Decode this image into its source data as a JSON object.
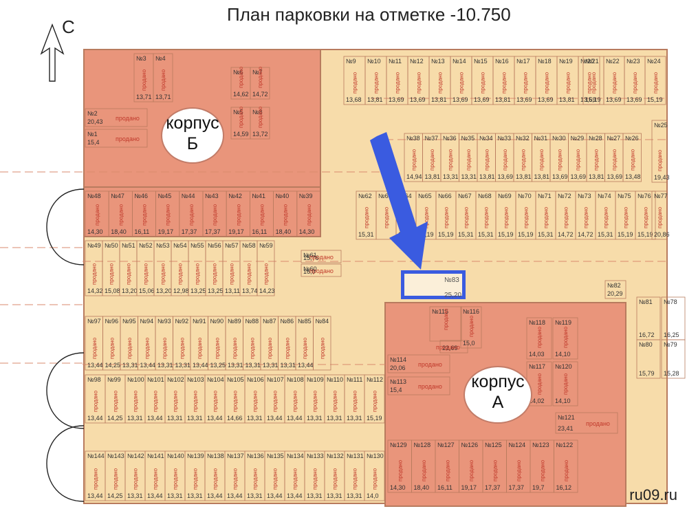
{
  "title": "План парковки на отметке -10.750",
  "north": "С",
  "watermark": "ru09.ru",
  "sold": "продано",
  "korpus_b": {
    "line1": "корпус",
    "line2": "Б"
  },
  "korpus_a": {
    "line1": "корпус",
    "line2": "А"
  },
  "highlight": {
    "num": "№83",
    "area": "25,20"
  },
  "colors": {
    "floor": "#f7dcaa",
    "unit": "#f5d6a0",
    "block": "#e9957b",
    "wall": "#b87b5e",
    "sold": "#c0392b",
    "arrow": "#3a5be0"
  },
  "spots": [
    {
      "n": "№3",
      "a": "13,71",
      "s": true
    },
    {
      "n": "№4",
      "a": "13,71",
      "s": true
    },
    {
      "n": "№6",
      "a": "14,62",
      "s": true
    },
    {
      "n": "№7",
      "a": "14,72",
      "s": true
    },
    {
      "n": "№5",
      "a": "14,59",
      "s": true
    },
    {
      "n": "№8",
      "a": "13,72",
      "s": true
    },
    {
      "n": "№2",
      "a": "20,43",
      "s": true
    },
    {
      "n": "№1",
      "a": "15,4",
      "s": true
    },
    {
      "n": "№9",
      "a": "13,68",
      "s": true
    },
    {
      "n": "№10",
      "a": "13,81",
      "s": true
    },
    {
      "n": "№11",
      "a": "13,69",
      "s": true
    },
    {
      "n": "№12",
      "a": "13,69",
      "s": true
    },
    {
      "n": "№13",
      "a": "13,81",
      "s": true
    },
    {
      "n": "№14",
      "a": "13,69",
      "s": true
    },
    {
      "n": "№15",
      "a": "13,69",
      "s": true
    },
    {
      "n": "№16",
      "a": "13,81",
      "s": true
    },
    {
      "n": "№17",
      "a": "13,69",
      "s": true
    },
    {
      "n": "№18",
      "a": "13,69",
      "s": true
    },
    {
      "n": "№19",
      "a": "13,81",
      "s": true
    },
    {
      "n": "№20",
      "a": "13,69",
      "s": true
    },
    {
      "n": "№21",
      "a": "15,19",
      "s": true
    },
    {
      "n": "№22",
      "a": "13,69",
      "s": true
    },
    {
      "n": "№23",
      "a": "13,69",
      "s": true
    },
    {
      "n": "№24",
      "a": "15,19",
      "s": true
    },
    {
      "n": "№38",
      "a": "14,94",
      "s": true
    },
    {
      "n": "№37",
      "a": "13,81",
      "s": true
    },
    {
      "n": "№36",
      "a": "13,31",
      "s": true
    },
    {
      "n": "№35",
      "a": "13,31",
      "s": true
    },
    {
      "n": "№34",
      "a": "13,81",
      "s": true
    },
    {
      "n": "№33",
      "a": "13,69",
      "s": true
    },
    {
      "n": "№32",
      "a": "13,81",
      "s": true
    },
    {
      "n": "№31",
      "a": "13,81",
      "s": true
    },
    {
      "n": "№30",
      "a": "13,69",
      "s": true
    },
    {
      "n": "№29",
      "a": "13,69",
      "s": true
    },
    {
      "n": "№28",
      "a": "13,81",
      "s": true
    },
    {
      "n": "№27",
      "a": "13,69",
      "s": true
    },
    {
      "n": "№26",
      "a": "13,48",
      "s": true
    },
    {
      "n": "№25",
      "a": "19,43",
      "s": true
    },
    {
      "n": "№48",
      "a": "14,30",
      "s": true
    },
    {
      "n": "№47",
      "a": "18,40",
      "s": true
    },
    {
      "n": "№46",
      "a": "16,11",
      "s": true
    },
    {
      "n": "№45",
      "a": "19,17",
      "s": true
    },
    {
      "n": "№44",
      "a": "17,37",
      "s": true
    },
    {
      "n": "№43",
      "a": "17,37",
      "s": true
    },
    {
      "n": "№42",
      "a": "19,17",
      "s": true
    },
    {
      "n": "№41",
      "a": "16,11",
      "s": true
    },
    {
      "n": "№40",
      "a": "18,40",
      "s": true
    },
    {
      "n": "№39",
      "a": "14,30",
      "s": true
    },
    {
      "n": "№62",
      "a": "15,31",
      "s": true
    },
    {
      "n": "№63",
      "a": "",
      "s": true
    },
    {
      "n": "№64",
      "a": "15,31",
      "s": true
    },
    {
      "n": "№65",
      "a": "15,19",
      "s": true
    },
    {
      "n": "№66",
      "a": "15,19",
      "s": true
    },
    {
      "n": "№67",
      "a": "15,31",
      "s": true
    },
    {
      "n": "№68",
      "a": "15,31",
      "s": true
    },
    {
      "n": "№69",
      "a": "15,19",
      "s": true
    },
    {
      "n": "№70",
      "a": "15,19",
      "s": true
    },
    {
      "n": "№71",
      "a": "15,31",
      "s": true
    },
    {
      "n": "№72",
      "a": "14,72",
      "s": true
    },
    {
      "n": "№73",
      "a": "14,72",
      "s": true
    },
    {
      "n": "№74",
      "a": "15,31",
      "s": true
    },
    {
      "n": "№75",
      "a": "15,19",
      "s": true
    },
    {
      "n": "№76",
      "a": "15,19",
      "s": true
    },
    {
      "n": "№77",
      "a": "20,86",
      "s": true
    },
    {
      "n": "№49",
      "a": "14,32",
      "s": true
    },
    {
      "n": "№50",
      "a": "15,08",
      "s": true
    },
    {
      "n": "№51",
      "a": "13,20",
      "s": true
    },
    {
      "n": "№52",
      "a": "15,06",
      "s": true
    },
    {
      "n": "№53",
      "a": "13,20",
      "s": true
    },
    {
      "n": "№54",
      "a": "12,98",
      "s": true
    },
    {
      "n": "№55",
      "a": "13,25",
      "s": true
    },
    {
      "n": "№56",
      "a": "13,25",
      "s": true
    },
    {
      "n": "№57",
      "a": "13,11",
      "s": true
    },
    {
      "n": "№58",
      "a": "13,74",
      "s": true
    },
    {
      "n": "№59",
      "a": "14,23",
      "s": true
    },
    {
      "n": "№61",
      "a": "15,76",
      "s": true
    },
    {
      "n": "№60",
      "a": "16,0",
      "s": true
    },
    {
      "n": "№82",
      "a": "20,29",
      "s": false
    },
    {
      "n": "№97",
      "a": "13,44",
      "s": true
    },
    {
      "n": "№96",
      "a": "14,25",
      "s": true
    },
    {
      "n": "№95",
      "a": "13,31",
      "s": true
    },
    {
      "n": "№94",
      "a": "13,44",
      "s": true
    },
    {
      "n": "№93",
      "a": "13,31",
      "s": true
    },
    {
      "n": "№92",
      "a": "13,31",
      "s": true
    },
    {
      "n": "№91",
      "a": "13,44",
      "s": true
    },
    {
      "n": "№90",
      "a": "13,25",
      "s": true
    },
    {
      "n": "№89",
      "a": "13,31",
      "s": true
    },
    {
      "n": "№88",
      "a": "13,31",
      "s": true
    },
    {
      "n": "№87",
      "a": "13,31",
      "s": true
    },
    {
      "n": "№86",
      "a": "13,31",
      "s": true
    },
    {
      "n": "№85",
      "a": "13,44",
      "s": true
    },
    {
      "n": "№84",
      "a": "",
      "s": true
    },
    {
      "n": "№115",
      "a": "",
      "s": true
    },
    {
      "n": "№116",
      "a": "15,0",
      "s": true
    },
    {
      "n": "",
      "a": "22,69",
      "s": true
    },
    {
      "n": "№114",
      "a": "20,06",
      "s": true
    },
    {
      "n": "№113",
      "a": "15,4",
      "s": true
    },
    {
      "n": "№118",
      "a": "14,03",
      "s": true
    },
    {
      "n": "№119",
      "a": "14,10",
      "s": true
    },
    {
      "n": "№117",
      "a": "14,02",
      "s": true
    },
    {
      "n": "№120",
      "a": "14,10",
      "s": true
    },
    {
      "n": "№121",
      "a": "23,41",
      "s": true
    },
    {
      "n": "№81",
      "a": "16,72",
      "s": false
    },
    {
      "n": "№78",
      "a": "16,25",
      "s": false
    },
    {
      "n": "№80",
      "a": "15,79",
      "s": false
    },
    {
      "n": "№79",
      "a": "15,28",
      "s": false
    },
    {
      "n": "№98",
      "a": "13,44",
      "s": true
    },
    {
      "n": "№99",
      "a": "14,25",
      "s": true
    },
    {
      "n": "№100",
      "a": "13,31",
      "s": true
    },
    {
      "n": "№101",
      "a": "13,44",
      "s": true
    },
    {
      "n": "№102",
      "a": "13,31",
      "s": true
    },
    {
      "n": "№103",
      "a": "13,31",
      "s": true
    },
    {
      "n": "№104",
      "a": "13,44",
      "s": true
    },
    {
      "n": "№105",
      "a": "14,66",
      "s": true
    },
    {
      "n": "№106",
      "a": "13,31",
      "s": true
    },
    {
      "n": "№107",
      "a": "13,44",
      "s": true
    },
    {
      "n": "№108",
      "a": "13,44",
      "s": true
    },
    {
      "n": "№109",
      "a": "13,31",
      "s": true
    },
    {
      "n": "№110",
      "a": "13,31",
      "s": true
    },
    {
      "n": "№111",
      "a": "13,31",
      "s": true
    },
    {
      "n": "№112",
      "a": "15,19",
      "s": true
    },
    {
      "n": "№144",
      "a": "13,44",
      "s": true
    },
    {
      "n": "№143",
      "a": "14,25",
      "s": true
    },
    {
      "n": "№142",
      "a": "13,31",
      "s": true
    },
    {
      "n": "№141",
      "a": "13,44",
      "s": true
    },
    {
      "n": "№140",
      "a": "13,31",
      "s": true
    },
    {
      "n": "№139",
      "a": "13,31",
      "s": true
    },
    {
      "n": "№138",
      "a": "13,44",
      "s": true
    },
    {
      "n": "№137",
      "a": "13,44",
      "s": true
    },
    {
      "n": "№136",
      "a": "13,31",
      "s": true
    },
    {
      "n": "№135",
      "a": "13,44",
      "s": true
    },
    {
      "n": "№134",
      "a": "13,44",
      "s": true
    },
    {
      "n": "№133",
      "a": "13,31",
      "s": true
    },
    {
      "n": "№132",
      "a": "13,31",
      "s": true
    },
    {
      "n": "№131",
      "a": "13,31",
      "s": true
    },
    {
      "n": "№130",
      "a": "14,0",
      "s": true
    },
    {
      "n": "№129",
      "a": "14,30",
      "s": true
    },
    {
      "n": "№128",
      "a": "18,40",
      "s": true
    },
    {
      "n": "№127",
      "a": "16,11",
      "s": true
    },
    {
      "n": "№126",
      "a": "19,17",
      "s": true
    },
    {
      "n": "№125",
      "a": "17,37",
      "s": true
    },
    {
      "n": "№124",
      "a": "17,37",
      "s": true
    },
    {
      "n": "№123",
      "a": "19,7",
      "s": true
    },
    {
      "n": "№122",
      "a": "16,12",
      "s": true
    }
  ]
}
